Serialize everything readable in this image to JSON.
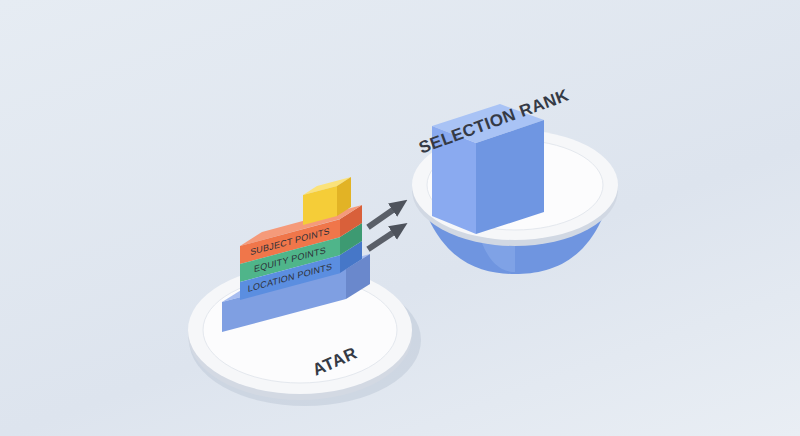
{
  "diagram": {
    "nodes": [
      {
        "text": [
          "ATAR"
        ]
      },
      {
        "text": [
          "SUBJECT POINTS"
        ],
        "in": 0
      },
      {
        "text": [
          "EQUITY POINTS"
        ],
        "in": 0
      },
      {
        "text": [
          "LOCATION POINTS"
        ],
        "in": 0
      },
      {
        "text": [
          "SELECTION RANK"
        ]
      }
    ],
    "edges": [
      {
        "from": 1,
        "to": 4,
        "arrow": "to"
      },
      {
        "from": 2,
        "to": 4,
        "arrow": "to"
      }
    ]
  }
}
